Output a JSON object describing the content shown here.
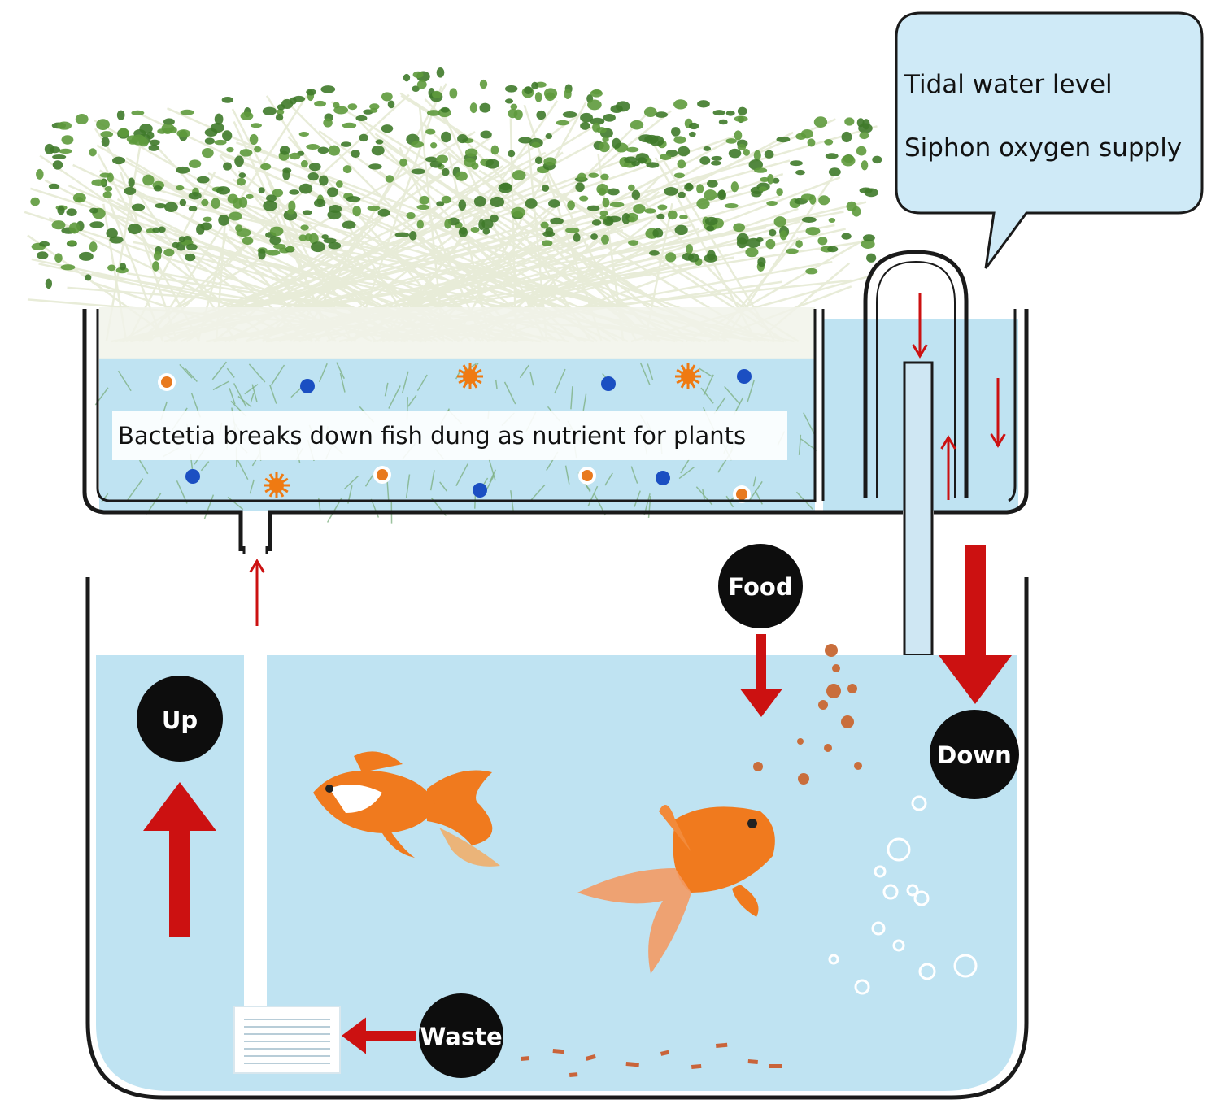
{
  "speech_bubble": {
    "line1": "Tidal water level",
    "line2": "Siphon oxygen supply"
  },
  "grow_bed": {
    "banner": "Bactetia breaks down fish dung as nutrient for plants"
  },
  "labels": {
    "food": "Food",
    "up": "Up",
    "down": "Down",
    "waste": "Waste"
  },
  "colors": {
    "water": "#bfe3f2",
    "outline": "#1a1a1a",
    "arrow": "#cc1111",
    "badge": "#0d0d0d",
    "bubble_fill": "#cfeaf7",
    "plant_leaf": "#3f7a2a",
    "stem": "#e8ecd8",
    "fish": "#f07a1e"
  },
  "icons": [
    "plant-sprouts-illustration",
    "goldfish-icon",
    "siphon-tube",
    "pump-filter-icon",
    "air-bubbles"
  ]
}
